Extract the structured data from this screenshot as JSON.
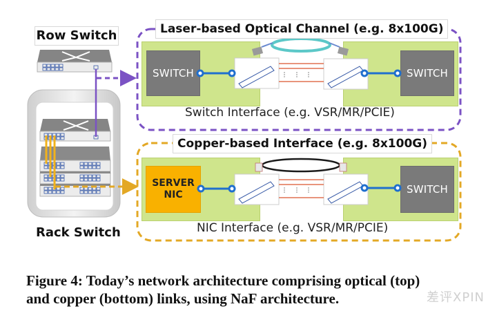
{
  "left_panel": {
    "row_switch_label": "Row Switch",
    "rack_switch_label": "Rack Switch"
  },
  "optical_panel": {
    "title": "Laser-based Optical Channel (e.g. 8x100G)",
    "left_device": "SWITCH",
    "right_device": "SWITCH",
    "interface_label": "Switch Interface (e.g. VSR/MR/PCIE)",
    "border_color": "#7b52c4",
    "cable_color": "#5cc8c8"
  },
  "copper_panel": {
    "title": "Copper-based Interface (e.g. 8x100G)",
    "left_device_line1": "SERVER",
    "left_device_line2": "NIC",
    "right_device": "SWITCH",
    "interface_label": "NIC Interface (e.g. VSR/MR/PCIE)",
    "border_color": "#e3a825",
    "cable_color": "#1a1a1a"
  },
  "colors": {
    "board_green": "#cfe58c",
    "switch_gray": "#7a7a7a",
    "nic_orange": "#f9b100",
    "trace_blue": "#1f6fce",
    "lane_red": "#e07050"
  },
  "caption": {
    "line1": "Figure 4: Today’s network architecture comprising optical (top)",
    "line2": "and copper (bottom) links, using NaF architecture."
  },
  "watermark": "差评XPIN"
}
